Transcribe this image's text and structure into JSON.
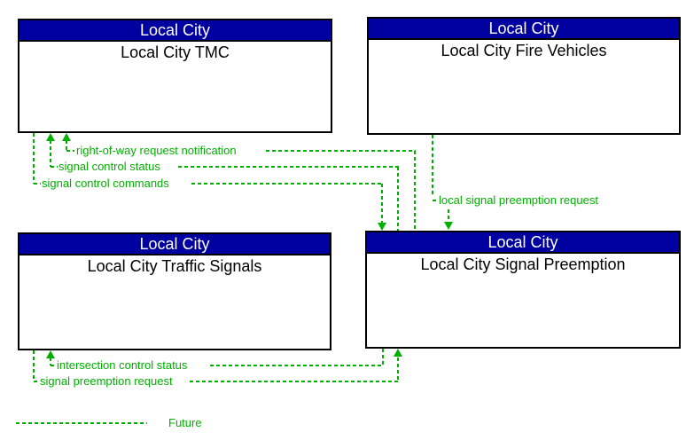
{
  "diagram": {
    "type": "interconnect-flow-diagram",
    "colors": {
      "header_bg": "#0000a0",
      "header_text": "#ffffff",
      "box_border": "#000000",
      "body_text": "#000000",
      "flow_green": "#00b000",
      "background": "#ffffff"
    },
    "boxes": [
      {
        "id": "tmc",
        "group": "Local City",
        "name": "Local City TMC"
      },
      {
        "id": "fire-vehicles",
        "group": "Local City",
        "name": "Local City Fire Vehicles"
      },
      {
        "id": "traffic-signals",
        "group": "Local City",
        "name": "Local City Traffic Signals"
      },
      {
        "id": "signal-preemption",
        "group": "Local City",
        "name": "Local City Signal Preemption"
      }
    ],
    "flows": [
      {
        "label": "right-of-way request notification",
        "from": "Local City Signal Preemption",
        "to": "Local City TMC",
        "status": "future",
        "line_style": "dashed"
      },
      {
        "label": "signal control status",
        "from": "Local City Signal Preemption",
        "to": "Local City TMC",
        "status": "future",
        "line_style": "dashed"
      },
      {
        "label": "signal control commands",
        "from": "Local City TMC",
        "to": "Local City Signal Preemption",
        "status": "future",
        "line_style": "dashed"
      },
      {
        "label": "local signal preemption request",
        "from": "Local City Fire Vehicles",
        "to": "Local City Signal Preemption",
        "status": "future",
        "line_style": "dashed"
      },
      {
        "label": "intersection control status",
        "from": "Local City Signal Preemption",
        "to": "Local City Traffic Signals",
        "status": "future",
        "line_style": "dashed"
      },
      {
        "label": "signal preemption request",
        "from": "Local City Traffic Signals",
        "to": "Local City Signal Preemption",
        "status": "future",
        "line_style": "dashed"
      }
    ],
    "legend": {
      "label": "Future",
      "line_style": "dashed",
      "color": "#00b000"
    }
  }
}
